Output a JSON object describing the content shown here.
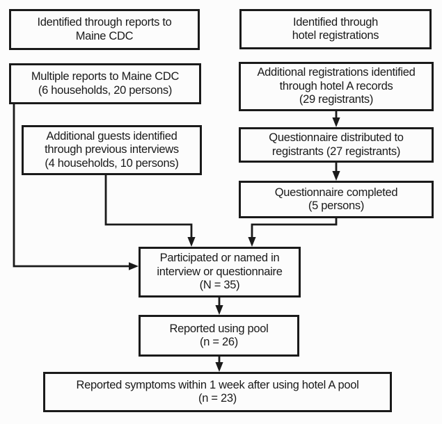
{
  "colors": {
    "ink": "#1a1a1a",
    "background": "#fcfcfc",
    "box_fill": "#fcfcfc"
  },
  "boxes": {
    "reports_cdc": {
      "lines": [
        "Identified through reports to",
        "Maine CDC"
      ]
    },
    "hotel_registrations": {
      "lines": [
        "Identified through",
        "hotel registrations"
      ]
    },
    "multiple_reports": {
      "lines": [
        "Multiple reports to Maine CDC",
        "(6 households, 20 persons)"
      ]
    },
    "additional_registrations": {
      "lines": [
        "Additional registrations identified",
        "through hotel A records",
        "(29 registrants)"
      ]
    },
    "additional_guests": {
      "lines": [
        "Additional guests identified",
        "through previous interviews",
        "(4 households, 10 persons)"
      ]
    },
    "questionnaire_distributed": {
      "lines": [
        "Questionnaire distributed to",
        "registrants (27 registrants)"
      ]
    },
    "questionnaire_completed": {
      "lines": [
        "Questionnaire completed",
        "(5 persons)"
      ]
    },
    "participated": {
      "lines": [
        "Participated or named in",
        "interview or questionnaire",
        "(N = 35)"
      ]
    },
    "reported_pool": {
      "lines": [
        "Reported using pool",
        "(n = 26)"
      ]
    },
    "reported_symptoms": {
      "lines": [
        "Reported symptoms within 1 week after using hotel A pool",
        "(n = 23)"
      ]
    }
  },
  "edges": [
    {
      "from": "multiple_reports",
      "to": "participated"
    },
    {
      "from": "additional_guests",
      "to": "participated"
    },
    {
      "from": "additional_registrations",
      "to": "questionnaire_distributed"
    },
    {
      "from": "questionnaire_distributed",
      "to": "questionnaire_completed"
    },
    {
      "from": "questionnaire_completed",
      "to": "participated"
    },
    {
      "from": "participated",
      "to": "reported_pool"
    },
    {
      "from": "reported_pool",
      "to": "reported_symptoms"
    }
  ]
}
